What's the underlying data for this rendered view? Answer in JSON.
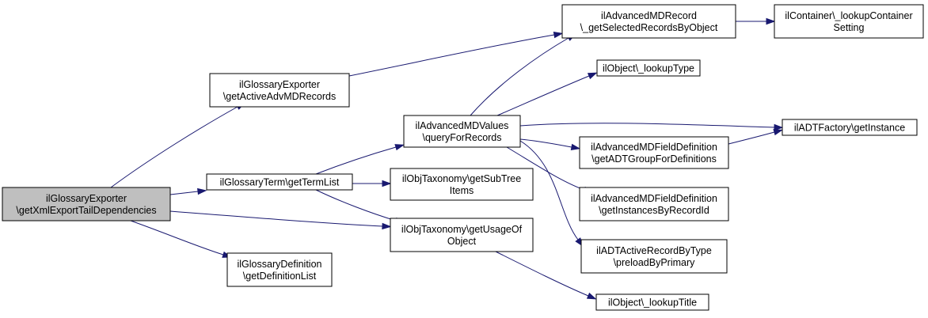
{
  "colors": {
    "edge": "#191970",
    "node_fill": "#ffffff",
    "node_root_fill": "#bfbfbf",
    "node_border": "#000000"
  },
  "nodes": [
    {
      "id": "root",
      "lines": [
        "ilGlossaryExporter",
        "\\getXmlExportTailDependencies"
      ],
      "root": true
    },
    {
      "id": "gloss_exp_adv",
      "lines": [
        "ilGlossaryExporter",
        "\\getActiveAdvMDRecords"
      ]
    },
    {
      "id": "gloss_term",
      "lines": [
        "ilGlossaryTerm\\getTermList"
      ]
    },
    {
      "id": "gloss_def",
      "lines": [
        "ilGlossaryDefinition",
        "\\getDefinitionList"
      ]
    },
    {
      "id": "adv_values",
      "lines": [
        "ilAdvancedMDValues",
        "\\queryForRecords"
      ]
    },
    {
      "id": "tax_subtree",
      "lines": [
        "ilObjTaxonomy\\getSubTree",
        "Items"
      ]
    },
    {
      "id": "tax_usage",
      "lines": [
        "ilObjTaxonomy\\getUsageOf",
        "Object"
      ]
    },
    {
      "id": "adv_record",
      "lines": [
        "ilAdvancedMDRecord",
        "\\_getSelectedRecordsByObject"
      ]
    },
    {
      "id": "obj_type",
      "lines": [
        "ilObject\\_lookupType"
      ]
    },
    {
      "id": "field_group",
      "lines": [
        "ilAdvancedMDFieldDefinition",
        "\\getADTGroupForDefinitions"
      ]
    },
    {
      "id": "field_inst",
      "lines": [
        "ilAdvancedMDFieldDefinition",
        "\\getInstancesByRecordId"
      ]
    },
    {
      "id": "adt_active",
      "lines": [
        "ilADTActiveRecordByType",
        "\\preloadByPrimary"
      ]
    },
    {
      "id": "obj_title",
      "lines": [
        "ilObject\\_lookupTitle"
      ]
    },
    {
      "id": "container",
      "lines": [
        "ilContainer\\_lookupContainer",
        "Setting"
      ]
    },
    {
      "id": "adt_factory",
      "lines": [
        "ilADTFactory\\getInstance"
      ]
    }
  ],
  "edges": [
    {
      "from": "root",
      "to": "gloss_exp_adv"
    },
    {
      "from": "root",
      "to": "gloss_term"
    },
    {
      "from": "root",
      "to": "tax_usage"
    },
    {
      "from": "root",
      "to": "gloss_def"
    },
    {
      "from": "gloss_exp_adv",
      "to": "adv_record"
    },
    {
      "from": "gloss_term",
      "to": "adv_values"
    },
    {
      "from": "gloss_term",
      "to": "tax_subtree"
    },
    {
      "from": "gloss_term",
      "to": "tax_usage"
    },
    {
      "from": "adv_values",
      "to": "adv_record"
    },
    {
      "from": "adv_values",
      "to": "obj_type"
    },
    {
      "from": "adv_values",
      "to": "adt_factory"
    },
    {
      "from": "adv_values",
      "to": "field_group"
    },
    {
      "from": "adv_values",
      "to": "field_inst"
    },
    {
      "from": "adv_values",
      "to": "adt_active"
    },
    {
      "from": "tax_usage",
      "to": "obj_title"
    },
    {
      "from": "adv_record",
      "to": "container"
    },
    {
      "from": "field_group",
      "to": "adt_factory"
    }
  ]
}
